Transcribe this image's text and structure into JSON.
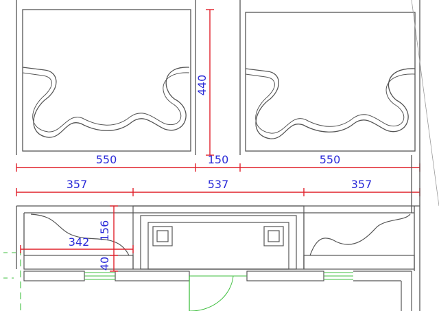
{
  "drawing": {
    "line_color": "#555555",
    "dimension_line_color": "#e0202a",
    "dimension_text_color": "#2a2ad8",
    "door_color": "#3fbf3f"
  },
  "dimensions": {
    "top_left_width": "550",
    "gap_width": "150",
    "top_right_width": "550",
    "height_440": "440",
    "row2_left": "357",
    "row2_mid": "537",
    "row2_right": "357",
    "inner_342": "342",
    "inner_156": "156",
    "inner_40": "40"
  }
}
